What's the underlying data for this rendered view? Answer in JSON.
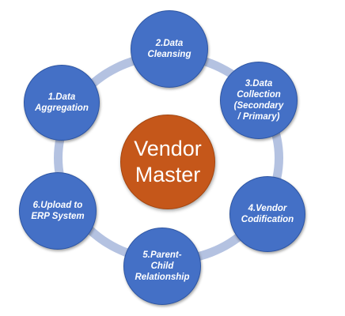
{
  "center": {
    "label": "Vendor\nMaster"
  },
  "nodes": [
    {
      "label": "1.Data\nAggregation"
    },
    {
      "label": "2.Data\nCleansing"
    },
    {
      "label": "3.Data\nCollection\n(Secondary\n/ Primary)"
    },
    {
      "label": "4.Vendor\nCodification"
    },
    {
      "label": "5.Parent-\nChild\nRelationship"
    },
    {
      "label": "6.Upload to\nERP System"
    }
  ],
  "colors": {
    "node_fill": "#4470c6",
    "center_fill": "#c5571a",
    "ring": "#b4c2e1",
    "text": "#ffffff"
  }
}
